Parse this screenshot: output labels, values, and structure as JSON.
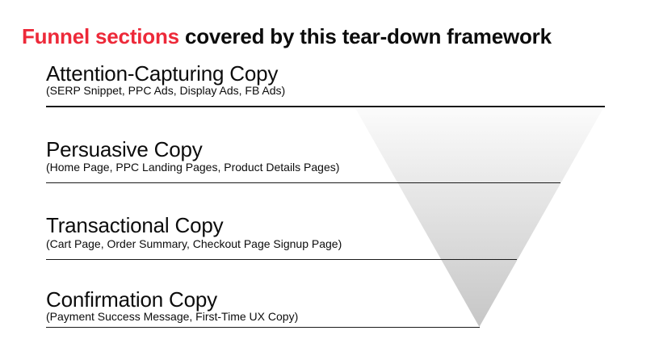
{
  "title": {
    "highlight": "Funnel sections",
    "rest": " covered by this tear-down framework"
  },
  "colors": {
    "highlight_red": "#ed2939",
    "text_black": "#0c0c0c",
    "divider": "#1a1a1a",
    "funnel_top": "#fbfbfb",
    "funnel_bottom": "#c6c6c6",
    "background": "#ffffff"
  },
  "funnel": {
    "graphic": "inverted-triangle-gradient",
    "sections": [
      {
        "heading": "Attention-Capturing Copy",
        "subtitle": "(SERP Snippet, PPC Ads, Display Ads, FB Ads)"
      },
      {
        "heading": "Persuasive Copy",
        "subtitle": "(Home Page, PPC Landing Pages, Product Details Pages)"
      },
      {
        "heading": "Transactional Copy",
        "subtitle": "(Cart Page, Order Summary, Checkout Page Signup Page)"
      },
      {
        "heading": "Confirmation Copy",
        "subtitle": "(Payment Success Message, First-Time UX Copy)"
      }
    ]
  }
}
